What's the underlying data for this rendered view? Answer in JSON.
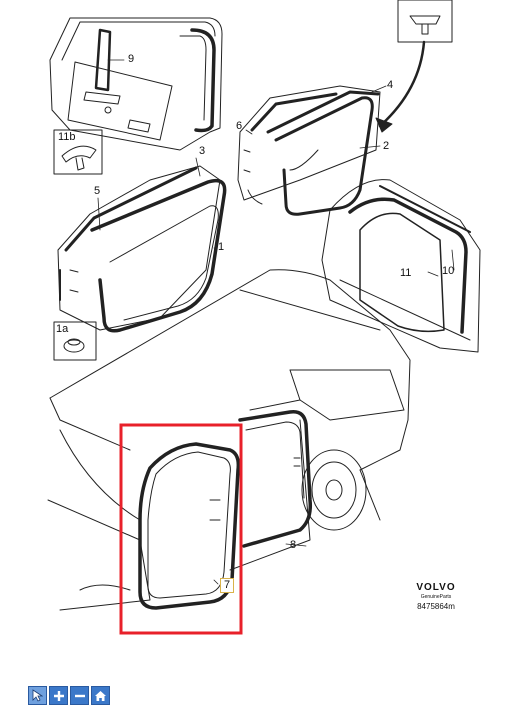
{
  "callouts": {
    "c9": "9",
    "c3": "3",
    "c4": "4",
    "c6": "6",
    "c2": "2",
    "c5": "5",
    "c1": "1",
    "c11b": "11b",
    "c1a": "1a",
    "c11": "11",
    "c10": "10",
    "c8": "8",
    "c7": "7"
  },
  "brand": {
    "logo": "VOLVO",
    "subtitle": "GenuineParts",
    "part_number": "8475864m"
  },
  "toolbar": {
    "buttons": [
      {
        "icon": "pointer-icon"
      },
      {
        "icon": "zoom-in-icon"
      },
      {
        "icon": "zoom-out-icon"
      },
      {
        "icon": "home-icon"
      }
    ]
  },
  "colors": {
    "highlight": "#e8202a",
    "line": "#222222",
    "toolbar": "#3b78c9",
    "callout_box": "#d9b34a"
  }
}
